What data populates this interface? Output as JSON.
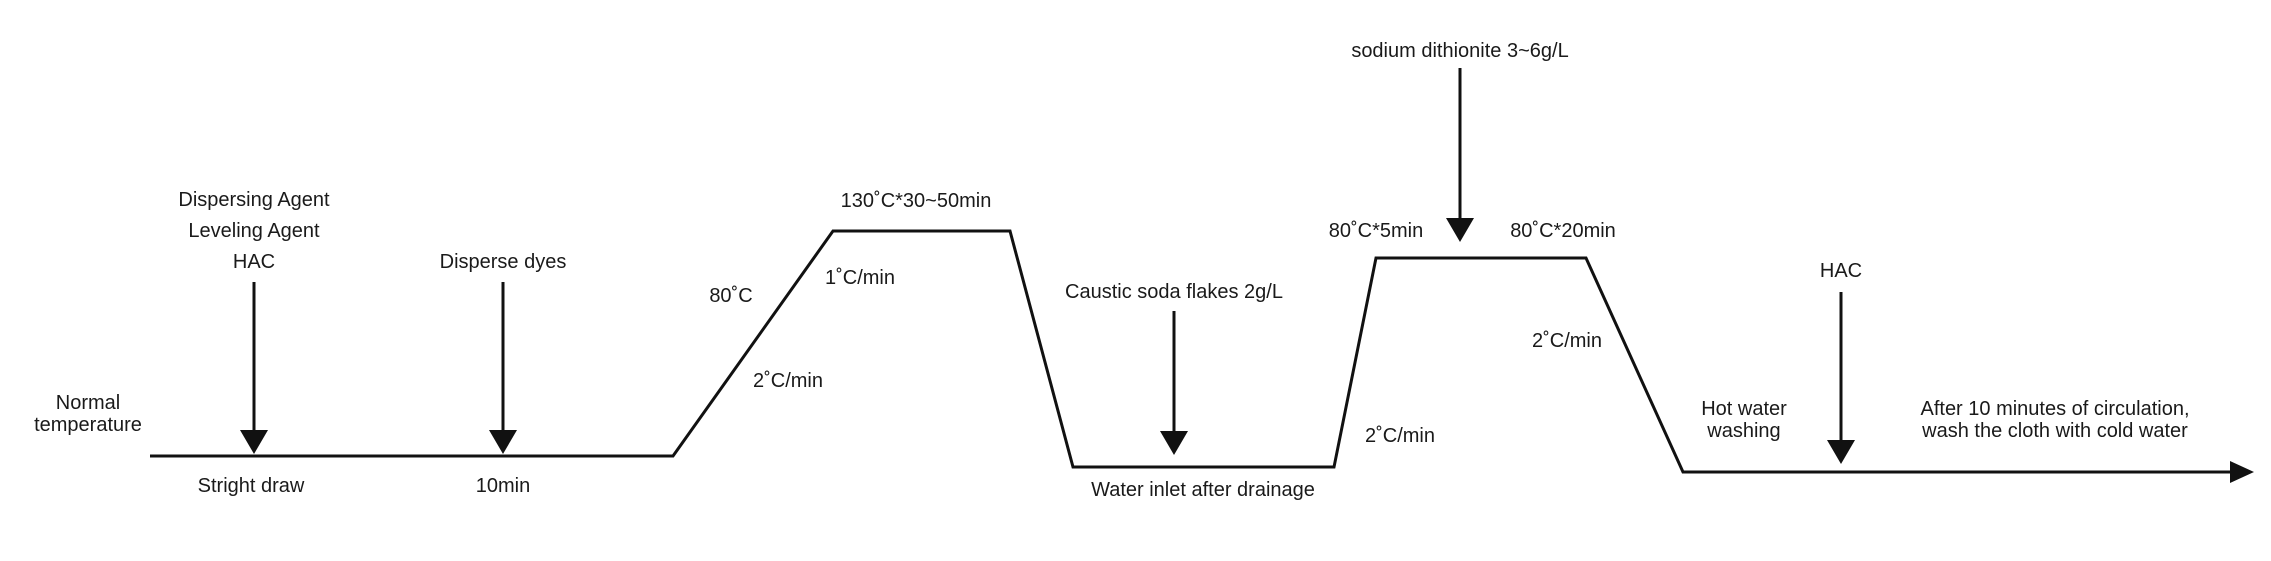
{
  "colors": {
    "line": "#111111",
    "text": "#1a1a1a",
    "background": "#ffffff"
  },
  "labels": {
    "normal_temperature": [
      "Normal",
      "temperature"
    ],
    "stright_draw": "Stright draw",
    "additives": [
      "Dispersing Agent",
      "Leveling Agent",
      "HAC"
    ],
    "disperse_dyes": "Disperse dyes",
    "ten_min": "10min",
    "temp_80c": "80˚C",
    "rate_2c_first": "2˚C/min",
    "rate_1c": "1˚C/min",
    "hold_130c": "130˚C*30~50min",
    "caustic_soda": "Caustic soda flakes 2g/L",
    "water_inlet": "Water inlet after drainage",
    "rate_2c_second": "2˚C/min",
    "hold_80c_5min": "80˚C*5min",
    "sodium_dithionite": "sodium dithionite 3~6g/L",
    "hold_80c_20min": "80˚C*20min",
    "rate_2c_third": "2˚C/min",
    "hot_water_washing": [
      "Hot water",
      "washing"
    ],
    "hac_final": "HAC",
    "after_circulation": [
      "After 10 minutes of circulation,",
      "wash the cloth with cold water"
    ]
  }
}
